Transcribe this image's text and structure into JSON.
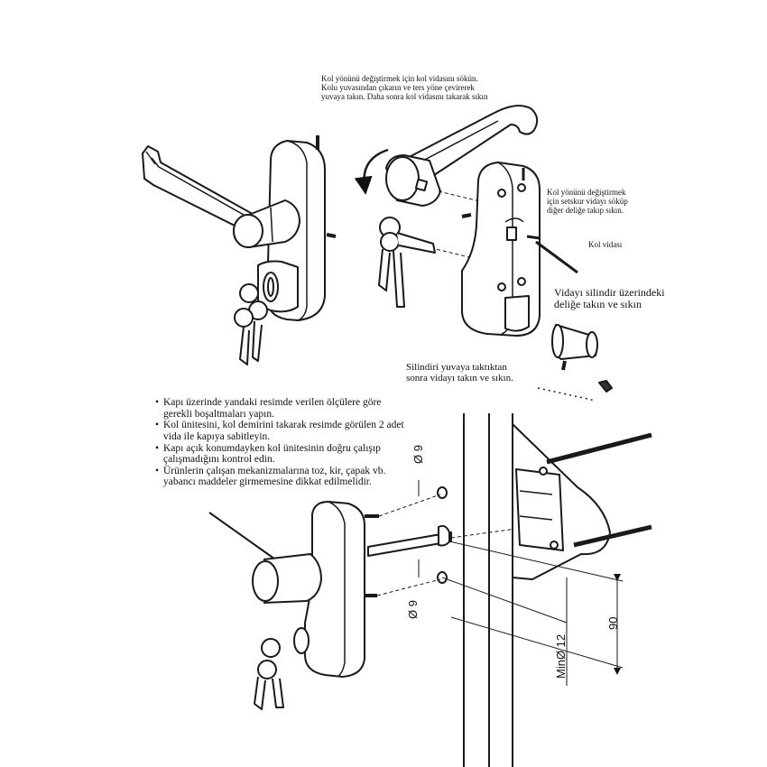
{
  "top_instruction": {
    "lines": [
      "Kol yönünü değiştirmek için kol vidasını sökün.",
      "Kolu yuvasından çıkarın ve ters yöne çevirerek",
      "yuvaya takın. Daha sonra kol vidasını takarak sıkın"
    ]
  },
  "callouts": {
    "setscrew": [
      "Kol yönünü değiştirmek",
      "için setskur vidayı söküp",
      "diğer deliğe takıp sıkın."
    ],
    "handle_screw": "Kol vidası",
    "cylinder_screw": [
      "Vidayı silindir üzerindeki",
      "deliğe takın ve sıkın"
    ],
    "insert_cylinder": [
      "Silindiri yuvaya taktıktan",
      "sonra vidayı takın ve sıkın."
    ]
  },
  "instructions": [
    "Kapı üzerinde yandaki resimde verilen ölçülere göre gerekli boşaltmaları yapın.",
    "Kol ünitesini, kol demirini takarak resimde görülen 2 adet vida ile kapıya sabitleyin.",
    "Kapı açık konumdayken kol ünitesinin doğru çalışıp çalışmadığını kontrol edin.",
    "Ürünlerin çalışan mekanizmalarına toz, kir, çapak vb. yabancı maddeler girmemesine dikkat edilmelidir."
  ],
  "dimensions": {
    "hole_top": "Ø 9",
    "hole_bottom": "Ø 9",
    "spindle": "MinØ 12",
    "spacing": "90"
  },
  "colors": {
    "line": "#1a1a1a",
    "fill": "#ffffff",
    "shade": "#e8e8e8"
  }
}
